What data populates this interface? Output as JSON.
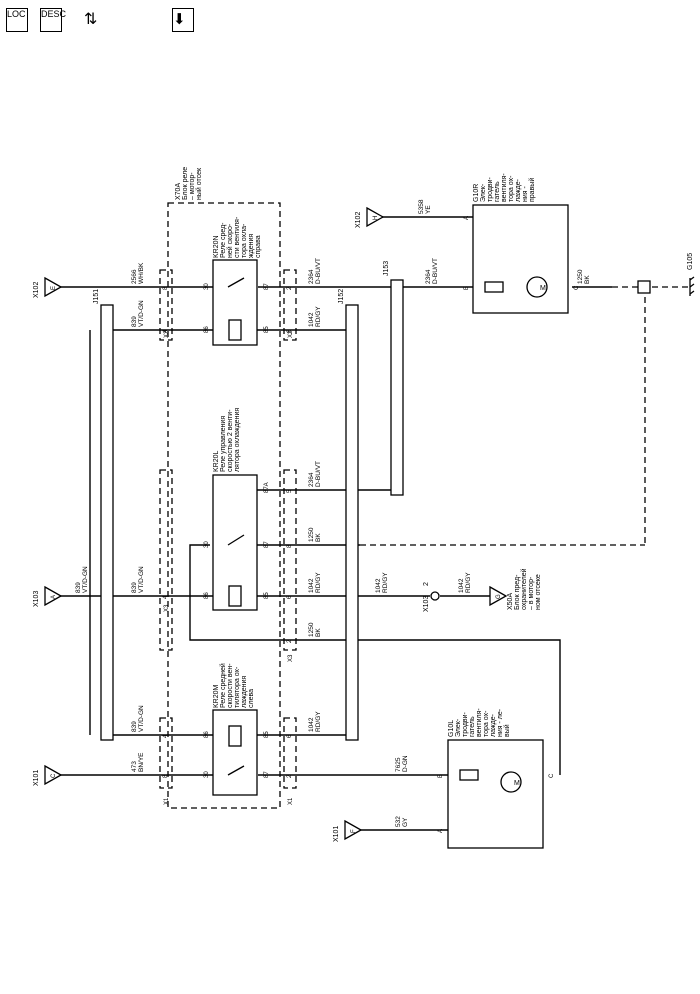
{
  "toolbar": {
    "loc_label": "LOC",
    "desc_label": "DESC",
    "connector_icon": "connector-arrows-icon",
    "download_icon": "down-arrow-icon"
  },
  "grounds": {
    "g105": "G105"
  },
  "connectors": {
    "x102_e": "X102",
    "e": "E",
    "x103_a": "X103",
    "a": "A",
    "x101_c": "X101",
    "c": "C",
    "x102_h": "X102",
    "h": "H",
    "x101_f": "X101",
    "f": "F",
    "x50a_g": "G",
    "x103_pin2": "X103",
    "pin2": "2"
  },
  "splices": {
    "j151": "J151",
    "j152": "J152",
    "j153": "J153"
  },
  "relay_box": {
    "id": "X70A",
    "lines": [
      "Блок реле",
      "– мотор-",
      "ный отсек"
    ]
  },
  "fuse_box": {
    "id": "X50A",
    "lines": [
      "Блок пред-",
      "охранителей",
      "– в мотор-",
      "ном отсеке"
    ]
  },
  "relays": {
    "kr20n": {
      "id": "KR20N",
      "lines": [
        "Реле сред-",
        "ней скоро-",
        "сти вентиля-",
        "тора охла-",
        "ждения",
        "справа"
      ],
      "pins": [
        "30",
        "86",
        "87",
        "85"
      ]
    },
    "kr20l": {
      "id": "KR20L",
      "lines": [
        "Реле управления",
        "скоростью 2 венти-",
        "лятора охлаждения"
      ],
      "pins": [
        "30",
        "87A",
        "86",
        "87",
        "85"
      ]
    },
    "kr20m": {
      "id": "KR20M",
      "lines": [
        "Реле средней",
        "скорости вен-",
        "тилятора ох-",
        "лаждения",
        "слева"
      ],
      "pins": [
        "86",
        "30",
        "85",
        "87"
      ]
    }
  },
  "motors": {
    "g10r": {
      "id": "G10R",
      "lines": [
        "Элек-",
        "тродви-",
        "гатель",
        "вентиля-",
        "тора ох-",
        "лажде-",
        "ния -",
        "правый"
      ],
      "pins": [
        "A",
        "B",
        "C"
      ],
      "symbol": "M"
    },
    "g10l": {
      "id": "G10L",
      "lines": [
        "Элек-",
        "тродви-",
        "гатель",
        "вентиля-",
        "тора ох-",
        "лажде-",
        "ния - ле-",
        "вый"
      ],
      "pins": [
        "B",
        "C",
        "A"
      ],
      "symbol": "M"
    }
  },
  "connector_blocks": {
    "x2_top": "X2",
    "x2_bottom": "X2",
    "x3_top": "X3",
    "x3_bottom": "X3",
    "x1_top": "X1",
    "x1_bottom": "X1"
  },
  "cavities": {
    "x2_8": "8",
    "x2_4": "4",
    "x2_2": "2",
    "x2_6": "6",
    "x3_4": "4",
    "x3_5": "5",
    "x3_8": "8",
    "x3_6": "6",
    "x3_2": "2",
    "x1_4": "4",
    "x1_8": "8",
    "x1_6": "6",
    "x1_2": "2"
  },
  "wires": [
    {
      "circuit": "2566",
      "color": "WH/BK"
    },
    {
      "circuit": "839",
      "color": "VT/D-GN"
    },
    {
      "circuit": "2364",
      "color": "D-BU/VT"
    },
    {
      "circuit": "1042",
      "color": "RD/GY"
    },
    {
      "circuit": "2364",
      "color": "D-BU/VT"
    },
    {
      "circuit": "5358",
      "color": "YE"
    },
    {
      "circuit": "1250",
      "color": "BK"
    },
    {
      "circuit": "839",
      "color": "VT/D-GN"
    },
    {
      "circuit": "839",
      "color": "VT/D-GN"
    },
    {
      "circuit": "2364",
      "color": "D-BU/VT"
    },
    {
      "circuit": "1250",
      "color": "BK"
    },
    {
      "circuit": "1042",
      "color": "RD/GY"
    },
    {
      "circuit": "1042",
      "color": "RD/GY"
    },
    {
      "circuit": "1042",
      "color": "RD/GY"
    },
    {
      "circuit": "1250",
      "color": "BK"
    },
    {
      "circuit": "839",
      "color": "VT/D-GN"
    },
    {
      "circuit": "1042",
      "color": "RD/GY"
    },
    {
      "circuit": "473",
      "color": "BN/YE"
    },
    {
      "circuit": "7625",
      "color": "D-GN"
    },
    {
      "circuit": "532",
      "color": "GY"
    }
  ]
}
